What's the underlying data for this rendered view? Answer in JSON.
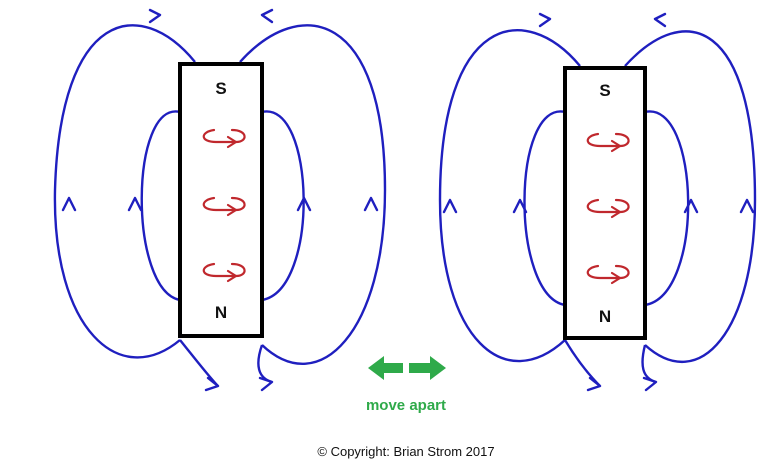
{
  "magnets": [
    {
      "top_pole": "S",
      "bottom_pole": "N",
      "spin_count": 3
    },
    {
      "top_pole": "S",
      "bottom_pole": "N",
      "spin_count": 3
    }
  ],
  "motion": {
    "label": "move apart",
    "icon": "double-arrow-left-right-icon"
  },
  "copyright": {
    "text": "© Copyright: Brian Strom 2017"
  },
  "colors": {
    "field_lines": "#1f1fbf",
    "spin_arrows": "#c0282d",
    "move_arrow": "#2faa4a",
    "magnet_outline": "#000000"
  }
}
